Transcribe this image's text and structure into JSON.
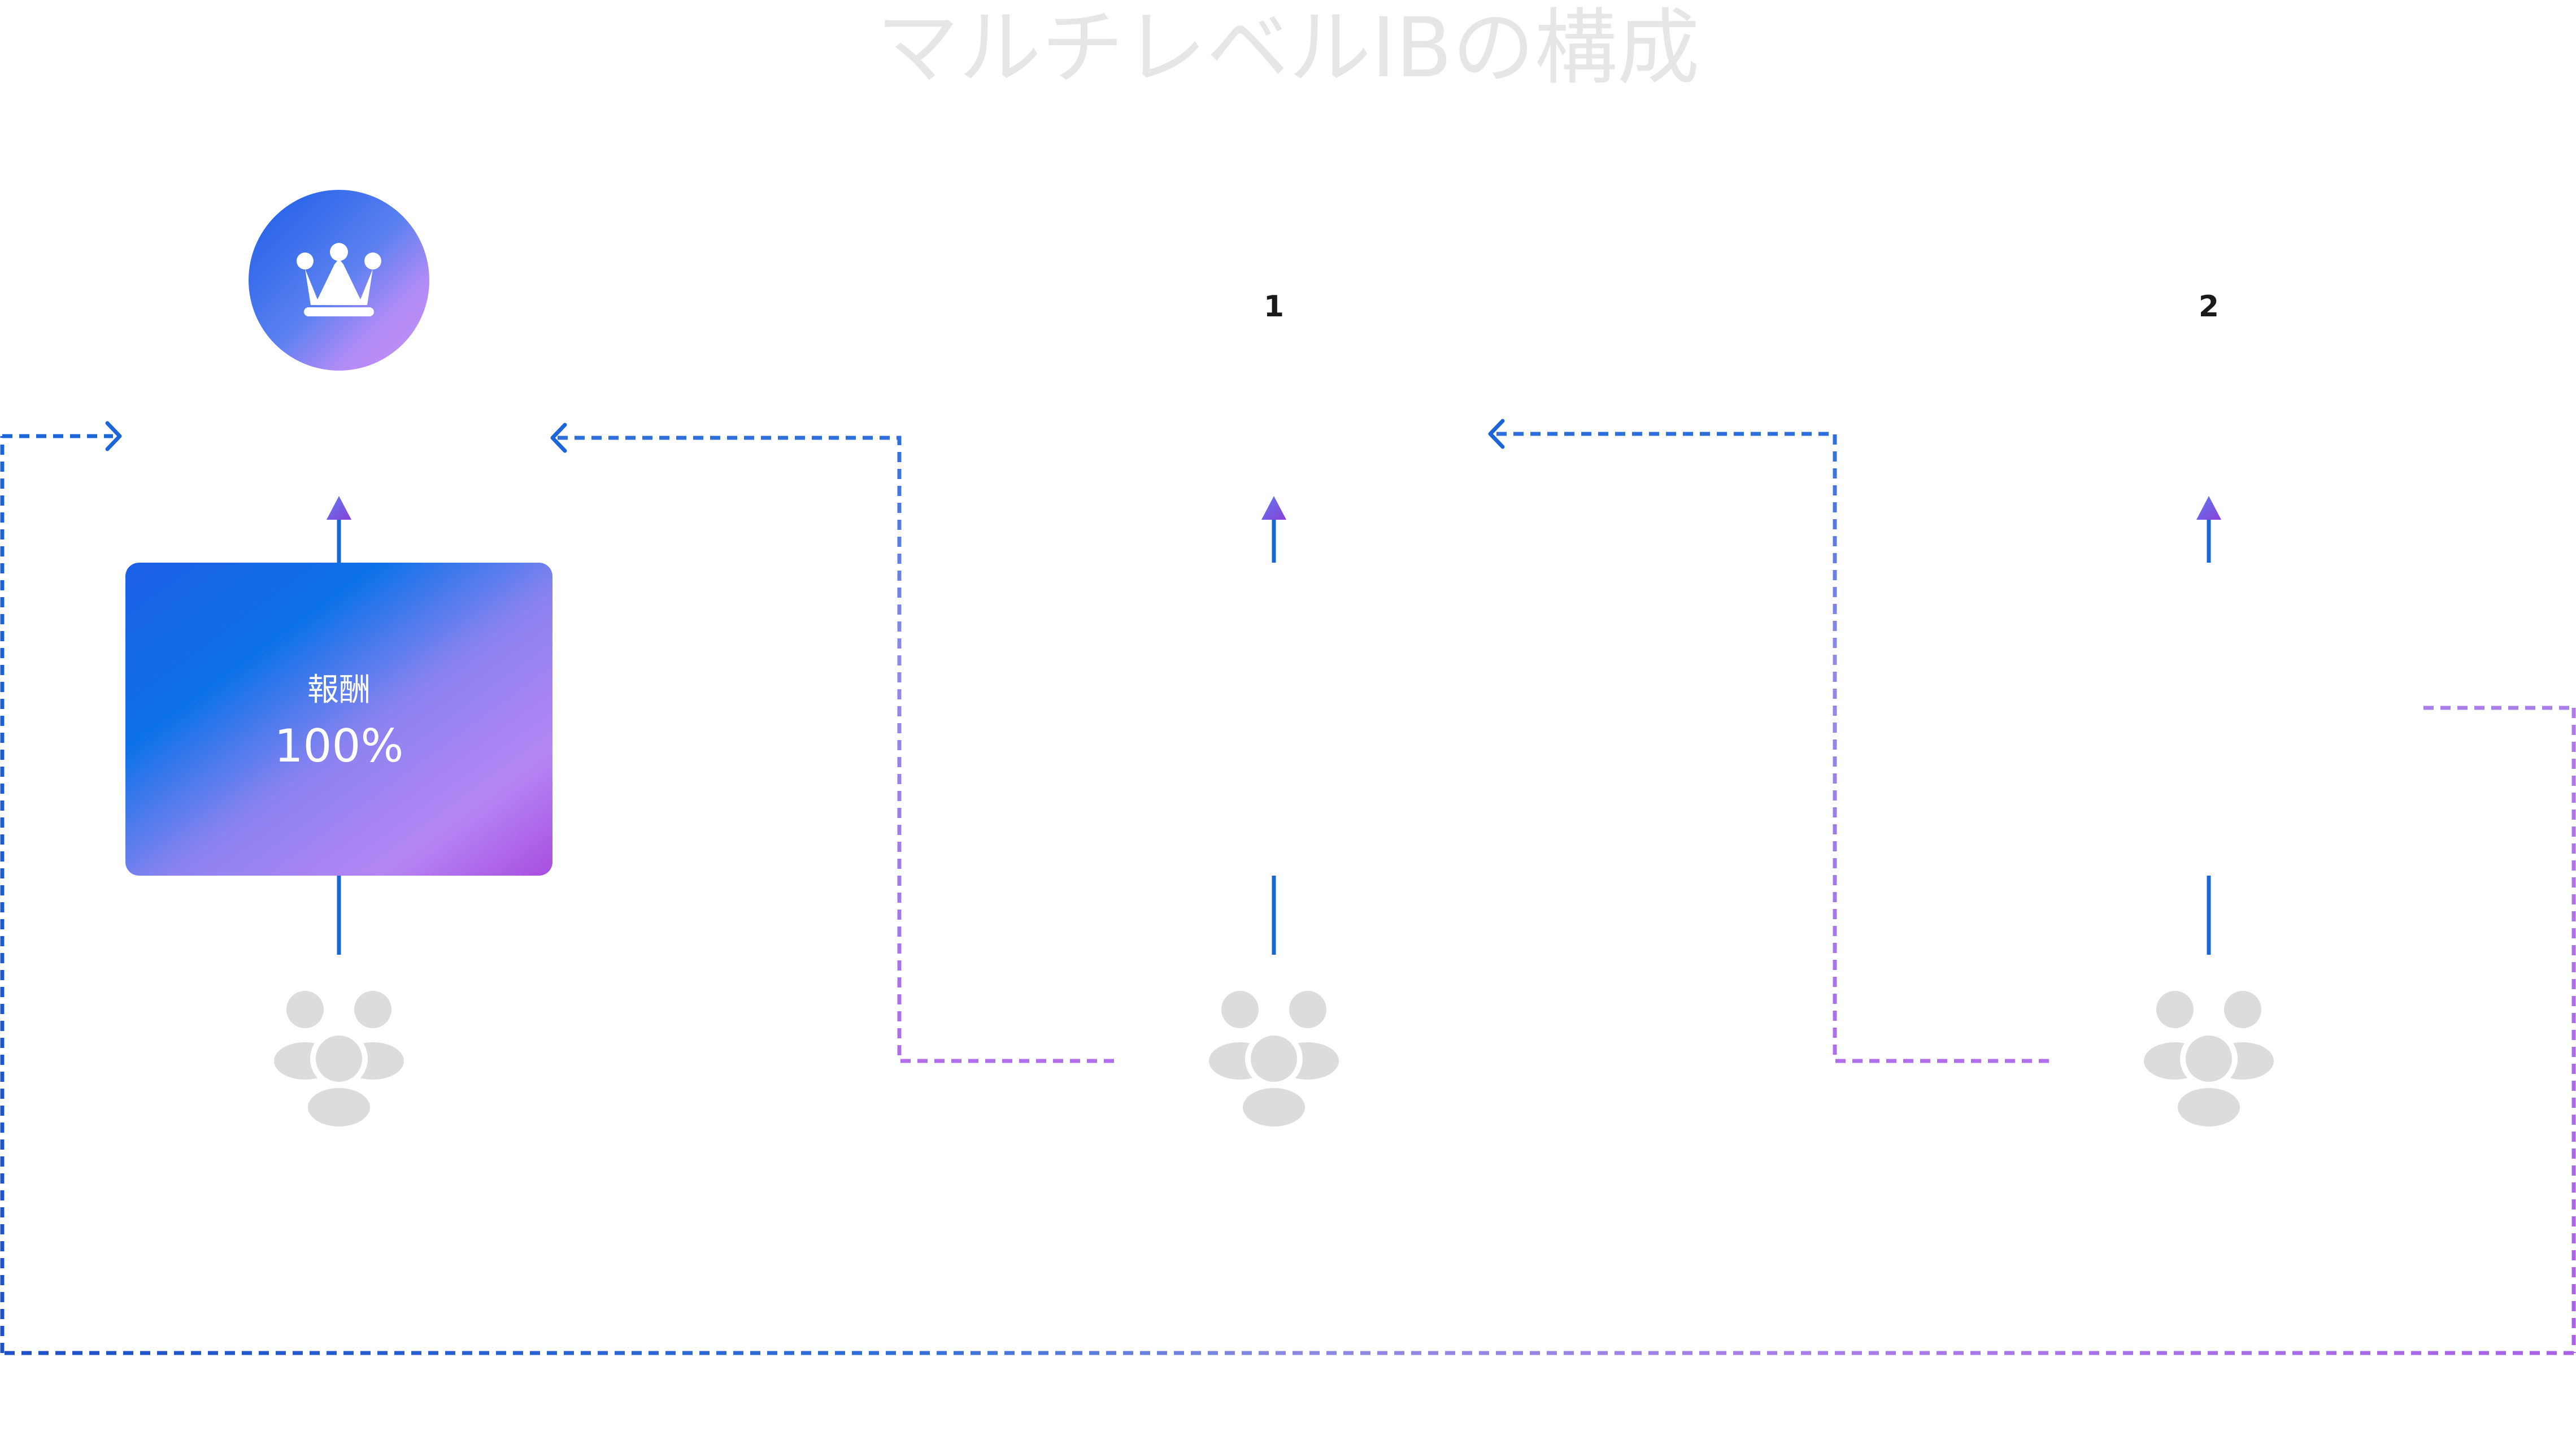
{
  "title": "マルチレベルIBの構成",
  "levels": [
    {
      "label": ""
    },
    {
      "label": "1"
    },
    {
      "label": "2"
    }
  ],
  "card": {
    "label": "報酬",
    "value": "100%"
  },
  "colors": {
    "blue": "#1a66d9",
    "purple": "#a861e6",
    "gray": "#dcdcdf",
    "title_gray": "#e6e6e6"
  },
  "icons": [
    "crown-icon",
    "people-icon"
  ]
}
